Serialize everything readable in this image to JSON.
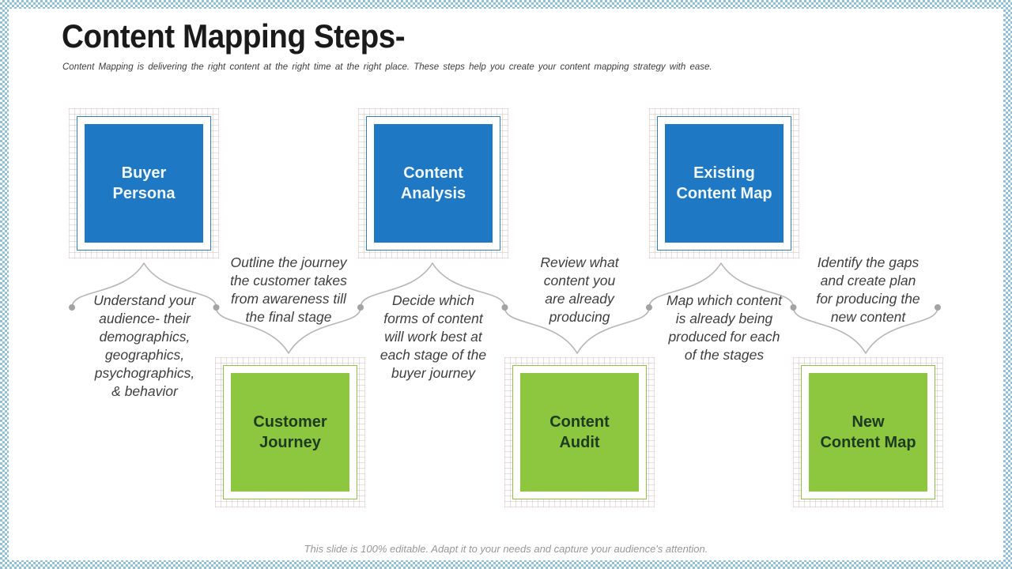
{
  "slide": {
    "title": "Content Mapping Steps-",
    "subtitle": "Content Mapping is delivering the right content at the right time at the right place. These steps help you create your content mapping strategy with ease.",
    "footer": "This slide is 100% editable. Adapt it to your needs and capture your audience's attention."
  },
  "colors": {
    "top_box_fill": "#1e78c4",
    "top_box_border": "#2a7fc9",
    "bottom_box_fill": "#8dc63f",
    "bottom_box_border": "#8fc043",
    "bottom_box_text": "#1d3b21",
    "connector_line": "#b5b5b5",
    "connector_dot": "#a3a3a3",
    "frame_pattern": "#8ec1dd"
  },
  "boxes": {
    "top": [
      {
        "label": "Buyer\nPersona"
      },
      {
        "label": "Content\nAnalysis"
      },
      {
        "label": "Existing\nContent Map"
      }
    ],
    "bottom": [
      {
        "label": "Customer\nJourney"
      },
      {
        "label": "Content\nAudit"
      },
      {
        "label": "New\nContent Map"
      }
    ]
  },
  "descriptions": [
    {
      "text": "Understand your\naudience- their\ndemographics,\ngeographics,\npsychographics,\n& behavior"
    },
    {
      "text": "Outline the journey\nthe customer takes\nfrom awareness till\nthe final stage"
    },
    {
      "text": "Decide which\nforms of content\nwill work best at\neach stage of the\nbuyer journey"
    },
    {
      "text": "Review what\ncontent you\nare already\nproducing"
    },
    {
      "text": "Map which content\nis already being\nproduced for each\nof the stages"
    },
    {
      "text": "Identify the gaps\nand create plan\nfor producing the\nnew content"
    }
  ]
}
